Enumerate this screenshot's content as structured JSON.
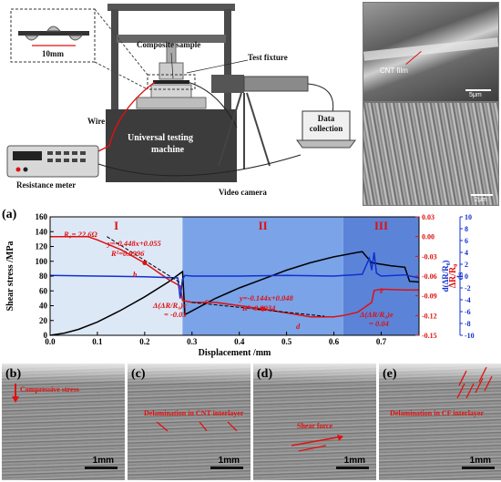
{
  "setup": {
    "dimension_label": "10mm",
    "composite_sample_label": "Composite sample",
    "test_fixture_label": "Test fixture",
    "wire_label": "Wire",
    "machine_label_line1": "Universal testing",
    "machine_label_line2": "machine",
    "resistance_meter_label": "Resistance meter",
    "video_camera_label": "Video camera",
    "data_collection_line1": "Data",
    "data_collection_line2": "collection"
  },
  "sem": {
    "cnt_film_label": "CNT film",
    "scale_top": "5μm",
    "scale_bottom": "2μm"
  },
  "plot": {
    "panel_label": "(a)",
    "regions": [
      "I",
      "II",
      "III"
    ],
    "left_axis_label": "Shear stress /MPa",
    "right_axis_label_1": "ΔR/R₀",
    "right_axis_label_2": "d(ΔR/R₀)",
    "right_axis_label_2_den": "ds",
    "x_axis_label": "Displacement /mm",
    "r0_label": "R₀= 22.6Ω",
    "fit1_eq": "y=-0.448x+0.055",
    "fit1_r2": "R²=0.9996",
    "fit2_eq": "y=-0.144x+0.048",
    "fit2_r2": "R²=0.9934",
    "point_b": "b",
    "point_c": "c",
    "point_d": "d",
    "point_e": "e",
    "delta_c_line1": "Δ(ΔR/R₀)c",
    "delta_c_line2": "= -0.03",
    "delta_e_line1": "Δ(ΔR/R₀)e",
    "delta_e_line2": "= 0.04",
    "colors": {
      "stress": "#000000",
      "resistance": "#e01010",
      "derivative": "#1030d0",
      "region1": "#dde8f7",
      "region2": "#7aa3e8",
      "region3": "#5b84d8"
    }
  },
  "chart_data": {
    "type": "line",
    "xlabel": "Displacement /mm",
    "xlim": [
      0.0,
      0.78
    ],
    "x_ticks": [
      "0.0",
      "0.1",
      "0.2",
      "0.3",
      "0.4",
      "0.5",
      "0.6",
      "0.7"
    ],
    "y_left": {
      "label": "Shear stress /MPa",
      "lim": [
        0,
        160
      ],
      "ticks": [
        "0",
        "20",
        "40",
        "60",
        "80",
        "100",
        "120",
        "140",
        "160"
      ]
    },
    "y_right1": {
      "label": "ΔR/R₀",
      "lim": [
        -0.15,
        0.03
      ],
      "ticks": [
        "-0.15",
        "-0.12",
        "-0.09",
        "-0.06",
        "-0.03",
        "0.00",
        "0.03"
      ]
    },
    "y_right2": {
      "label": "d(ΔR/R₀)/ds",
      "lim": [
        -10,
        10
      ],
      "ticks": [
        "-10",
        "-8",
        "-6",
        "-4",
        "-2",
        "0",
        "2",
        "4",
        "6",
        "8",
        "10"
      ]
    },
    "regions": [
      {
        "name": "I",
        "x": [
          0.0,
          0.28
        ]
      },
      {
        "name": "II",
        "x": [
          0.28,
          0.62
        ]
      },
      {
        "name": "III",
        "x": [
          0.62,
          0.78
        ]
      }
    ],
    "series": [
      {
        "axis": "left",
        "x": [
          0.0,
          0.03,
          0.06,
          0.1,
          0.15,
          0.2,
          0.25,
          0.28,
          0.285,
          0.3,
          0.35,
          0.4,
          0.45,
          0.5,
          0.55,
          0.6,
          0.65,
          0.66,
          0.68,
          0.7,
          0.72,
          0.75,
          0.76,
          0.78
        ],
        "values": [
          0,
          3,
          8,
          18,
          34,
          52,
          72,
          86,
          28,
          33,
          50,
          64,
          76,
          88,
          98,
          106,
          112,
          113,
          98,
          96,
          94,
          92,
          73,
          72
        ]
      },
      {
        "axis": "right1",
        "x": [
          0.0,
          0.04,
          0.08,
          0.1,
          0.15,
          0.2,
          0.25,
          0.275,
          0.28,
          0.3,
          0.35,
          0.4,
          0.45,
          0.5,
          0.55,
          0.6,
          0.62,
          0.65,
          0.68,
          0.685,
          0.7,
          0.75,
          0.78
        ],
        "values": [
          0.0,
          0.0,
          0.0,
          -0.005,
          -0.02,
          -0.04,
          -0.065,
          -0.075,
          -0.097,
          -0.1,
          -0.1,
          -0.105,
          -0.11,
          -0.116,
          -0.122,
          -0.122,
          -0.12,
          -0.115,
          -0.1,
          -0.082,
          -0.08,
          -0.081,
          -0.081
        ]
      },
      {
        "axis": "right2",
        "x": [
          0.0,
          0.1,
          0.2,
          0.27,
          0.275,
          0.28,
          0.285,
          0.3,
          0.4,
          0.5,
          0.6,
          0.66,
          0.675,
          0.68,
          0.685,
          0.69,
          0.7,
          0.75,
          0.78
        ],
        "values": [
          0.1,
          0.0,
          -0.1,
          -0.3,
          -3.8,
          -0.5,
          0.1,
          0.0,
          0.0,
          0.1,
          0.0,
          0.3,
          3.0,
          1.0,
          4.0,
          0.5,
          0.0,
          0.2,
          -0.3
        ]
      }
    ]
  },
  "photos": [
    {
      "label": "(b)",
      "annotation": "Compressive stress",
      "scale": "1mm"
    },
    {
      "label": "(c)",
      "annotation": "Delamination in CNT interlayer",
      "scale": "1mm"
    },
    {
      "label": "(d)",
      "annotation": "Shear force",
      "scale": "1mm"
    },
    {
      "label": "(e)",
      "annotation": "Delamination in CF interlayer",
      "scale": "1mm"
    }
  ]
}
